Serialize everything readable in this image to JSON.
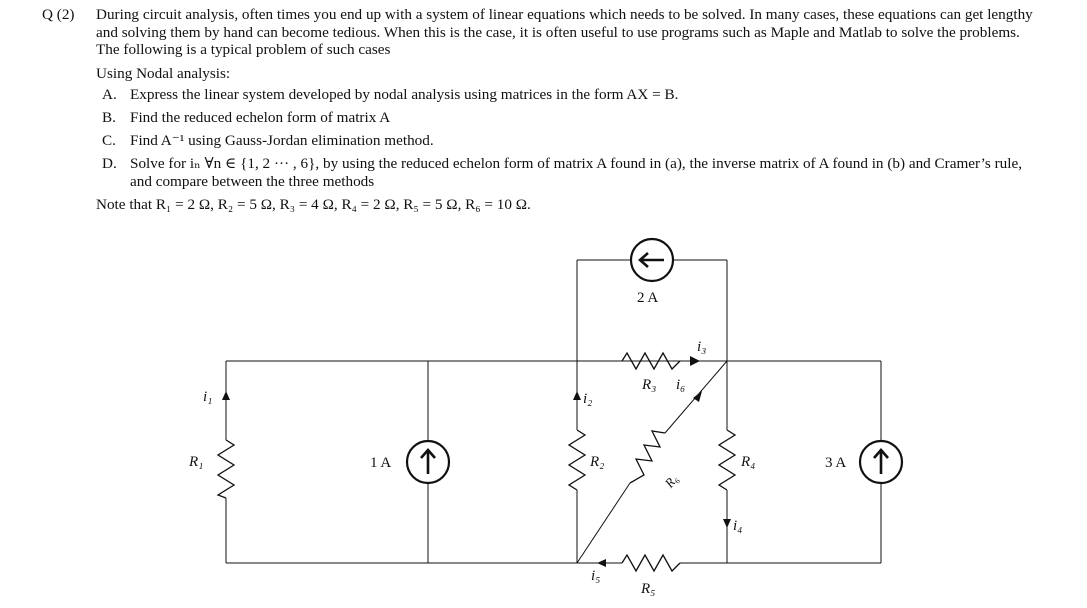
{
  "question": {
    "number": "Q (2)",
    "intro": "During circuit analysis, often times you end up with a system of linear equations which needs to be solved. In many cases, these equations can get lengthy and solving them by hand can become tedious. When this is the case, it is often useful to use programs such as Maple and Matlab to solve the problems. The following is a typical problem of such cases",
    "method": "Using Nodal analysis:",
    "items": [
      {
        "label": "A.",
        "text": "Express the linear system developed by nodal analysis using matrices in the form AX = B."
      },
      {
        "label": "B.",
        "text": "Find the reduced echelon form of matrix A"
      },
      {
        "label": "C.",
        "text": "Find A⁻¹ using Gauss-Jordan elimination method."
      },
      {
        "label": "D.",
        "text": "Solve for iₙ ∀n ∈ {1, 2 ··· , 6}, by using the reduced echelon form of matrix A found in (a), the inverse matrix of A found in (b) and Cramer’s rule, and compare between the three methods"
      }
    ],
    "note": "Note that R₁ = 2 Ω, R₂ = 5 Ω, R₃ = 4 Ω, R₄ = 2 Ω, R₅ = 5 Ω, R₆ = 10 Ω."
  },
  "circuit": {
    "source_top": "2 A",
    "source_left": "1 A",
    "source_right": "3 A",
    "r1": "R₁",
    "r2": "R₂",
    "r3": "R₃",
    "r4": "R₄",
    "r5": "R₅",
    "r6": "R₆",
    "i1": "i₁",
    "i2": "i₂",
    "i3": "i₃",
    "i4": "i₄",
    "i5": "i₅",
    "i6": "i₆"
  }
}
